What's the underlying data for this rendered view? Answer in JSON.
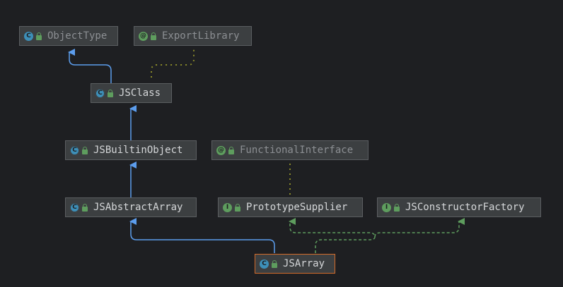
{
  "colors": {
    "background": "#1e1f22",
    "node_fill": "#3c3f41",
    "node_border": "#5b5e61",
    "selected_border": "#d36b2a",
    "extends_arrow": "#5c9ded",
    "implements_arrow": "#5e9d5e",
    "annotation_dots": "#8a8a2a"
  },
  "nodes": {
    "object_type": {
      "label": "ObjectType",
      "kind": "class",
      "icon": "class-icon"
    },
    "export_library": {
      "label": "ExportLibrary",
      "kind": "annotation",
      "icon": "annotation-icon"
    },
    "js_class": {
      "label": "JSClass",
      "kind": "abstract-class",
      "icon": "abstract-class-icon"
    },
    "js_builtin_object": {
      "label": "JSBuiltinObject",
      "kind": "abstract-class",
      "icon": "abstract-class-icon"
    },
    "functional_interface": {
      "label": "FunctionalInterface",
      "kind": "annotation",
      "icon": "annotation-icon"
    },
    "js_abstract_array": {
      "label": "JSAbstractArray",
      "kind": "abstract-class",
      "icon": "abstract-class-icon"
    },
    "prototype_supplier": {
      "label": "PrototypeSupplier",
      "kind": "interface",
      "icon": "interface-icon"
    },
    "js_constructor_factory": {
      "label": "JSConstructorFactory",
      "kind": "interface",
      "icon": "interface-icon"
    },
    "js_array": {
      "label": "JSArray",
      "kind": "final-class",
      "icon": "final-class-icon"
    }
  }
}
